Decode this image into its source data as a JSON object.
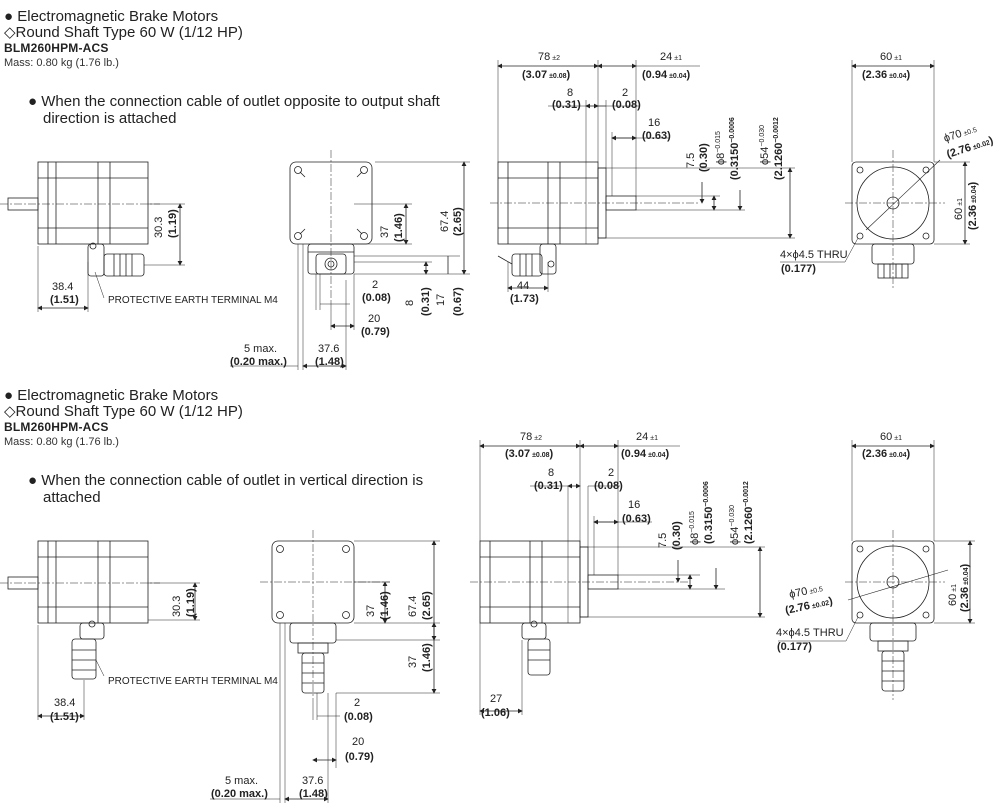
{
  "sections": [
    {
      "category": "● Electromagnetic Brake Motors",
      "subtype": "◇Round Shaft Type 60 W (1/12 HP)",
      "model": "BLM260HPM-ACS",
      "mass": "Mass: 0.80 kg (1.76 lb.)",
      "condition": "● When the connection cable of outlet opposite to output shaft direction is attached"
    },
    {
      "category": "● Electromagnetic Brake Motors",
      "subtype": "◇Round Shaft Type 60 W (1/12 HP)",
      "model": "BLM260HPM-ACS",
      "mass": "Mass: 0.80 kg (1.76 lb.)",
      "condition": "● When the connection cable of outlet in vertical direction is attached"
    }
  ],
  "dims": {
    "d_78": "78",
    "d_78_tol": "±2",
    "d_78_in": "(3.07",
    "d_78_in_tol": "±0.08",
    "close": ")",
    "d_24": "24",
    "d_24_tol": "±1",
    "d_24_in": "(0.94",
    "d_24_in_tol": "±0.04",
    "d_60": "60",
    "d_60_tol": "±1",
    "d_60_in": "(2.36",
    "d_60_in_tol": "±0.04",
    "d_8": "8",
    "d_8_in": "(0.31)",
    "d_2": "2",
    "d_2_in": "(0.08)",
    "d_16": "16",
    "d_16_in": "(0.63)",
    "d_7_5": "7.5",
    "d_7_5_in": "(0.30)",
    "d_phi8": "ϕ8",
    "d_phi8_tol_up": "0",
    "d_phi8_tol_dn": "−0.015",
    "d_phi8_in": "(0.3150",
    "d_phi8_in_up": "−0.0000",
    "d_phi8_in_dn": "−0.0006",
    "d_phi54": "ϕ54",
    "d_phi54_tol_up": "0",
    "d_phi54_tol_dn": "−0.030",
    "d_phi54_in": "(2.1260",
    "d_phi54_in_up": "−0.0000",
    "d_phi54_in_dn": "−0.0012",
    "d_phi70": "ϕ70",
    "d_phi70_tol": "±0.5",
    "d_phi70_in": "(2.76",
    "d_phi70_in_tol": "±0.02",
    "d_30_3": "30.3",
    "d_30_3_in": "(1.19)",
    "d_38_4": "38.4",
    "d_38_4_in": "(1.51)",
    "d_37": "37",
    "d_37_in": "(1.46)",
    "d_67_4": "67.4",
    "d_67_4_in": "(2.65)",
    "d_17": "17",
    "d_17_in": "(0.67)",
    "d_20": "20",
    "d_20_in": "(0.79)",
    "d_5max": "5 max.",
    "d_5max_in": "(0.20 max.)",
    "d_37_6": "37.6",
    "d_37_6_in": "(1.48)",
    "d_44": "44",
    "d_44_in": "(1.73)",
    "d_27": "27",
    "d_27_in": "(1.06)",
    "thru": "4×ϕ4.5 THRU",
    "thru_in": "(0.177)",
    "pe_terminal": "PROTECTIVE EARTH TERMINAL M4"
  }
}
